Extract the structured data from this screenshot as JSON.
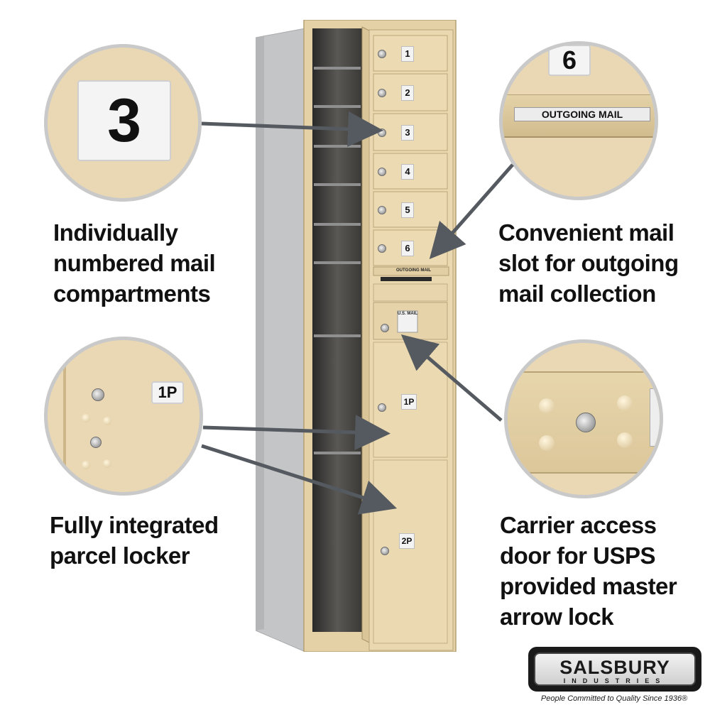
{
  "compartments": [
    "1",
    "2",
    "3",
    "4",
    "5",
    "6"
  ],
  "parcel_labels": [
    "1P",
    "2P"
  ],
  "outgoing_label": "OUTGOING MAIL",
  "usmail_label": "U.S. MAIL",
  "zoom_circles": {
    "number_plate": "3",
    "outgoing_number": "6",
    "outgoing_label": "OUTGOING MAIL",
    "parcel_label": "1P"
  },
  "captions": {
    "numbered": [
      "Individually",
      "numbered mail",
      "compartments"
    ],
    "outgoing": [
      "Convenient mail",
      "slot for outgoing",
      "mail collection"
    ],
    "parcel": [
      "Fully integrated",
      "parcel locker"
    ],
    "carrier": [
      "Carrier access",
      "door for USPS",
      "provided master",
      "arrow lock"
    ]
  },
  "logo": {
    "name": "SALSBURY",
    "sub": "INDUSTRIES",
    "tagline": "People Committed to Quality Since 1936®"
  },
  "colors": {
    "sandstone": "#e8d6ae",
    "arrow": "#555a60",
    "side_panel": "#c7c8ca"
  }
}
